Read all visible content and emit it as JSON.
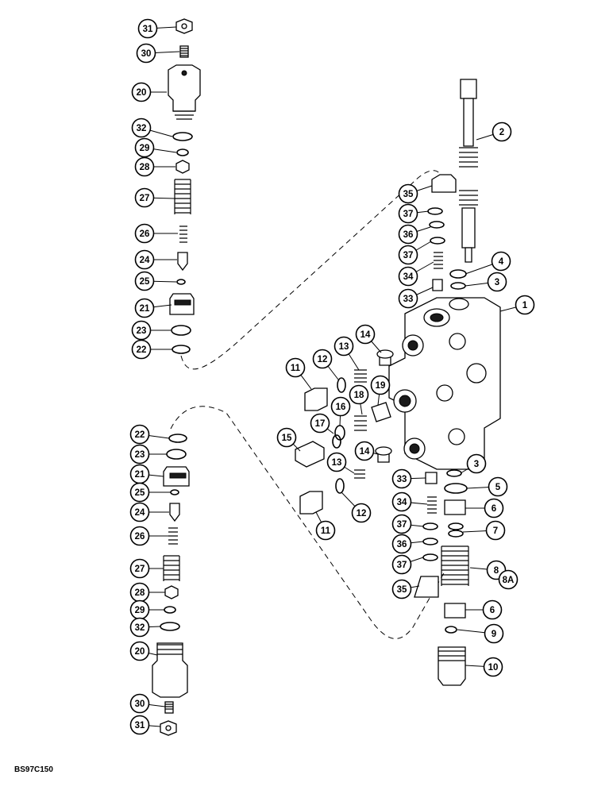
{
  "figure_code": "BS97C150",
  "callouts": [
    {
      "id": "c31a",
      "label": "31"
    },
    {
      "id": "c30a",
      "label": "30"
    },
    {
      "id": "c20a",
      "label": "20"
    },
    {
      "id": "c32a",
      "label": "32"
    },
    {
      "id": "c29a",
      "label": "29"
    },
    {
      "id": "c28a",
      "label": "28"
    },
    {
      "id": "c27a",
      "label": "27"
    },
    {
      "id": "c26a",
      "label": "26"
    },
    {
      "id": "c24a",
      "label": "24"
    },
    {
      "id": "c25a",
      "label": "25"
    },
    {
      "id": "c21a",
      "label": "21"
    },
    {
      "id": "c23a",
      "label": "23"
    },
    {
      "id": "c22a",
      "label": "22"
    },
    {
      "id": "c2",
      "label": "2"
    },
    {
      "id": "c35a",
      "label": "35"
    },
    {
      "id": "c37a",
      "label": "37"
    },
    {
      "id": "c36a",
      "label": "36"
    },
    {
      "id": "c37b",
      "label": "37"
    },
    {
      "id": "c34a",
      "label": "34"
    },
    {
      "id": "c33a",
      "label": "33"
    },
    {
      "id": "c4",
      "label": "4"
    },
    {
      "id": "c3a",
      "label": "3"
    },
    {
      "id": "c1",
      "label": "1"
    },
    {
      "id": "c14a",
      "label": "14"
    },
    {
      "id": "c13a",
      "label": "13"
    },
    {
      "id": "c12a",
      "label": "12"
    },
    {
      "id": "c11a",
      "label": "11"
    },
    {
      "id": "c19",
      "label": "19"
    },
    {
      "id": "c18",
      "label": "18"
    },
    {
      "id": "c16",
      "label": "16"
    },
    {
      "id": "c17",
      "label": "17"
    },
    {
      "id": "c15",
      "label": "15"
    },
    {
      "id": "c14b",
      "label": "14"
    },
    {
      "id": "c13b",
      "label": "13"
    },
    {
      "id": "c12b",
      "label": "12"
    },
    {
      "id": "c11b",
      "label": "11"
    },
    {
      "id": "c22b",
      "label": "22"
    },
    {
      "id": "c23b",
      "label": "23"
    },
    {
      "id": "c21b",
      "label": "21"
    },
    {
      "id": "c25b",
      "label": "25"
    },
    {
      "id": "c24b",
      "label": "24"
    },
    {
      "id": "c26b",
      "label": "26"
    },
    {
      "id": "c27b",
      "label": "27"
    },
    {
      "id": "c28b",
      "label": "28"
    },
    {
      "id": "c29b",
      "label": "29"
    },
    {
      "id": "c32b",
      "label": "32"
    },
    {
      "id": "c20b",
      "label": "20"
    },
    {
      "id": "c30b",
      "label": "30"
    },
    {
      "id": "c31b",
      "label": "31"
    },
    {
      "id": "c3b",
      "label": "3"
    },
    {
      "id": "c33b",
      "label": "33"
    },
    {
      "id": "c5",
      "label": "5"
    },
    {
      "id": "c34b",
      "label": "34"
    },
    {
      "id": "c6a",
      "label": "6"
    },
    {
      "id": "c37c",
      "label": "37"
    },
    {
      "id": "c7",
      "label": "7"
    },
    {
      "id": "c36b",
      "label": "36"
    },
    {
      "id": "c37d",
      "label": "37"
    },
    {
      "id": "c8",
      "label": "8"
    },
    {
      "id": "c8a",
      "label": "8A"
    },
    {
      "id": "c35b",
      "label": "35"
    },
    {
      "id": "c6b",
      "label": "6"
    },
    {
      "id": "c9",
      "label": "9"
    },
    {
      "id": "c10",
      "label": "10"
    }
  ]
}
